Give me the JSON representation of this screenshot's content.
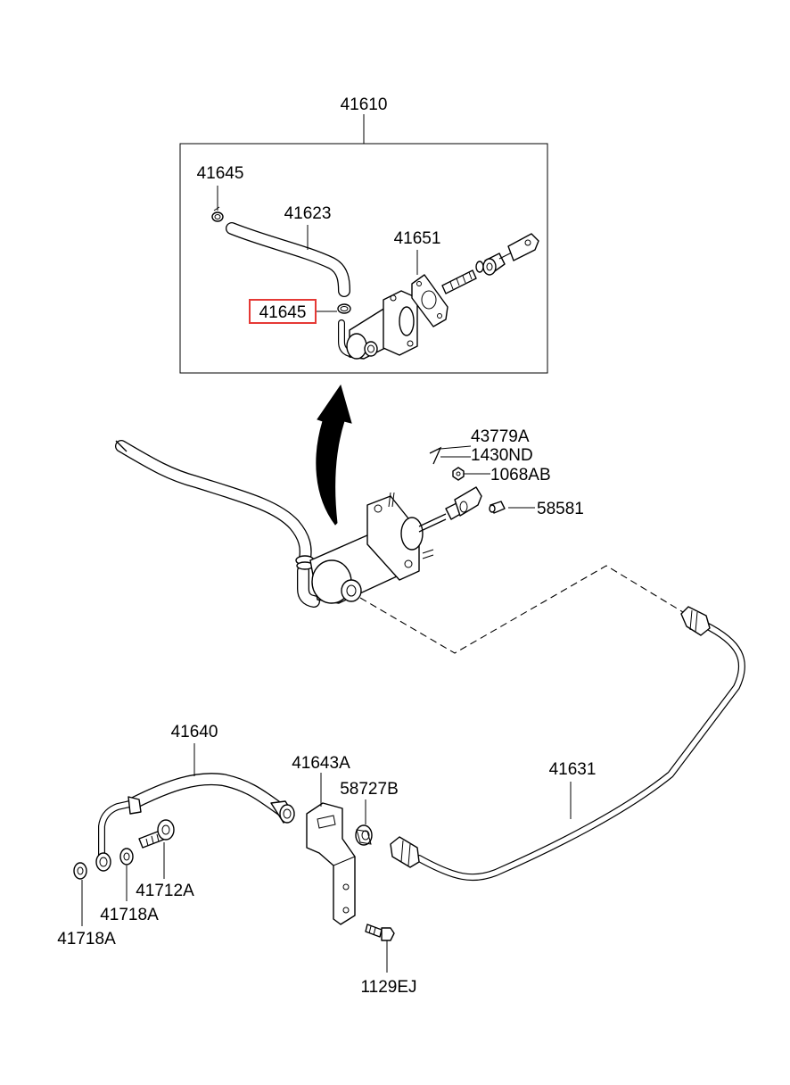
{
  "diagram": {
    "assembly_label": "41610",
    "labels": {
      "reservoir_clamp_top": "41645",
      "reservoir_hose": "41623",
      "gasket": "41651",
      "reservoir_clamp_highlighted": "41645",
      "split_pin": "43779A",
      "clevis_pin": "1430ND",
      "nut": "1068AB",
      "stopper_bolt": "58581",
      "clutch_hose": "41640",
      "hose_bracket": "41643A",
      "grommet": "58727B",
      "clutch_tube": "41631",
      "union_bolt": "41712A",
      "gasket_washer_inner": "41718A",
      "gasket_washer_outer": "41718A",
      "bracket_bolt": "1129EJ"
    },
    "highlight_color": "#e53935"
  }
}
